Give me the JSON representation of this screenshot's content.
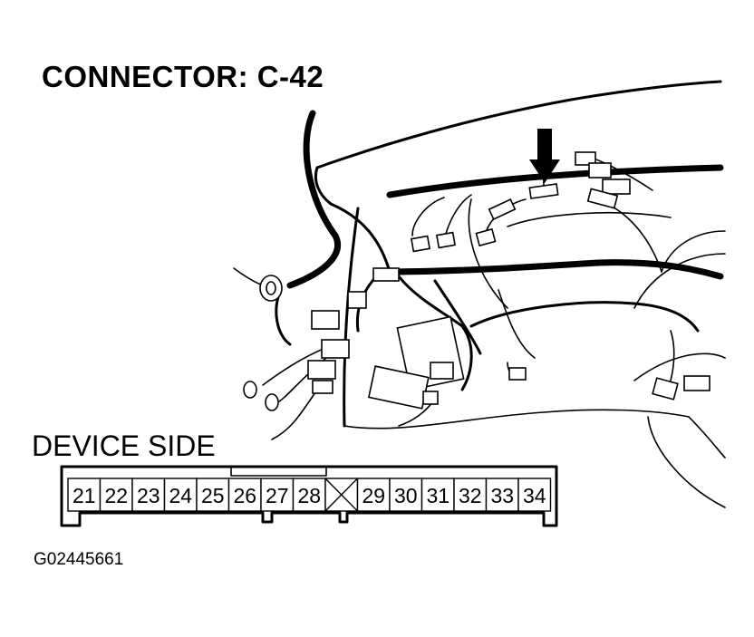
{
  "title": "CONNECTOR: C-42",
  "device_label": "DEVICE SIDE",
  "figure_id": "G02445661",
  "connector": {
    "pins": [
      "21",
      "22",
      "23",
      "24",
      "25",
      "26",
      "27",
      "28",
      "",
      "29",
      "30",
      "31",
      "32",
      "33",
      "34"
    ],
    "empty_pin_index": 8
  },
  "colors": {
    "line": "#000000",
    "background": "#ffffff"
  }
}
